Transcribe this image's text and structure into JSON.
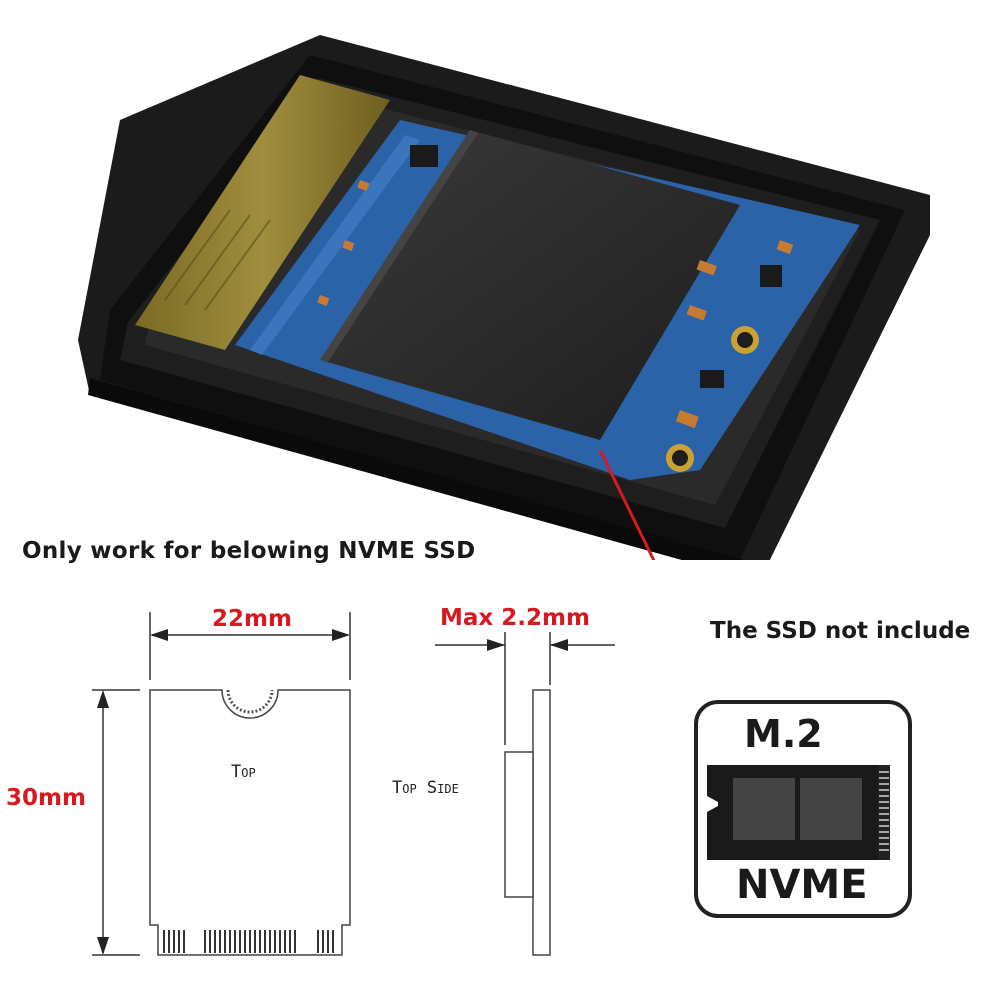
{
  "heading": "Only work for belowing NVME SSD",
  "dimensions": {
    "width": "22mm",
    "height": "30mm",
    "thickness": "Max 2.2mm"
  },
  "drawing_labels": {
    "top": "Top",
    "top_side": "Top Side"
  },
  "callout": "The SSD not include",
  "badge": {
    "line1": "M.2",
    "line2": "NVME"
  },
  "colors": {
    "accent_red": "#d8191f",
    "pcb_blue": "#2a63a8",
    "enclosure_black": "#151515",
    "gold_contacts": "#8a7a2c"
  }
}
